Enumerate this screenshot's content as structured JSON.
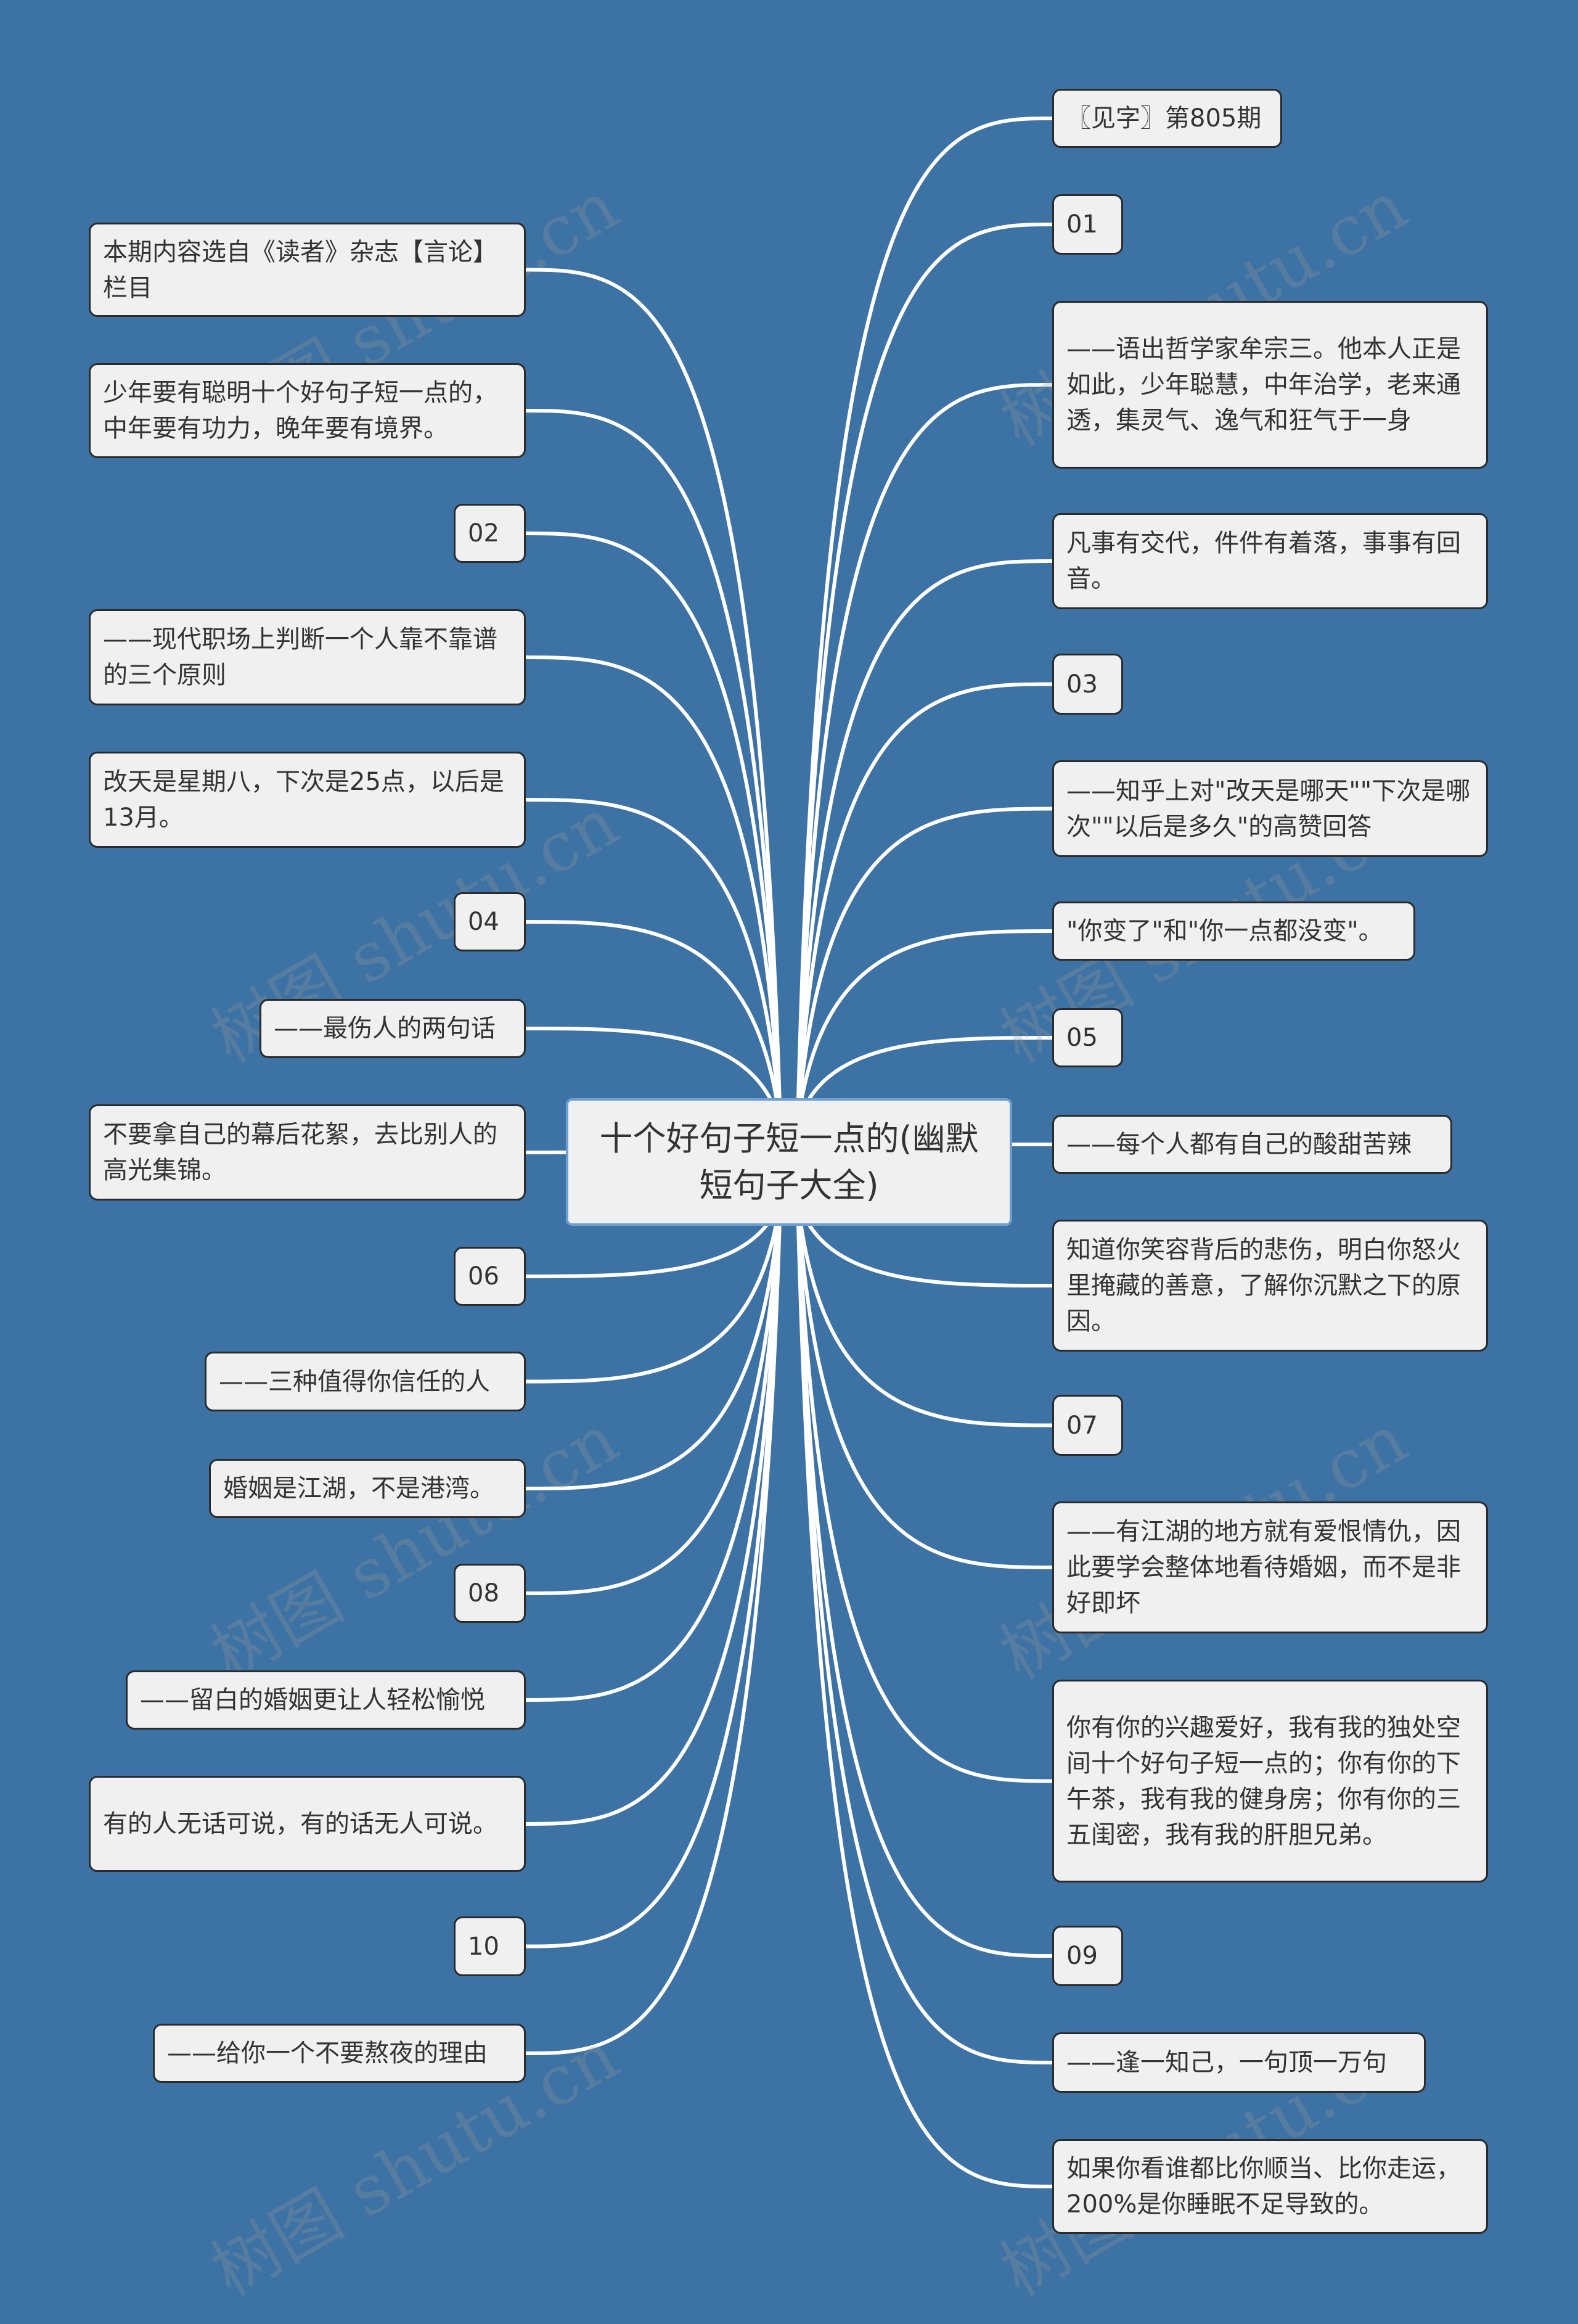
{
  "center": {
    "title": "十个好句子短一点的(幽默短句子大全)"
  },
  "left_nodes": [
    "本期内容选自《读者》杂志【言论】栏目",
    "少年要有聪明十个好句子短一点的，中年要有功力，晚年要有境界。",
    "02",
    "——现代职场上判断一个人靠不靠谱的三个原则",
    "改天是星期八，下次是25点，以后是13月。",
    "04",
    "——最伤人的两句话",
    "不要拿自己的幕后花絮，去比别人的高光集锦。",
    "06",
    "——三种值得你信任的人",
    "婚姻是江湖，不是港湾。",
    "08",
    "——留白的婚姻更让人轻松愉悦",
    "有的人无话可说，有的话无人可说。",
    "10",
    "——给你一个不要熬夜的理由"
  ],
  "right_nodes": [
    "〖见字〗第805期",
    "01",
    "——语出哲学家牟宗三。他本人正是如此，少年聪慧，中年治学，老来通透，集灵气、逸气和狂气于一身",
    "凡事有交代，件件有着落，事事有回音。",
    "03",
    "——知乎上对\"改天是哪天\"\"下次是哪次\"\"以后是多久\"的高赞回答",
    "\"你变了\"和\"你一点都没变\"。",
    "05",
    "——每个人都有自己的酸甜苦辣",
    "知道你笑容背后的悲伤，明白你怒火里掩藏的善意，了解你沉默之下的原因。",
    "07",
    "——有江湖的地方就有爱恨情仇，因此要学会整体地看待婚姻，而不是非好即坏",
    "你有你的兴趣爱好，我有我的独处空间十个好句子短一点的；你有你的下午茶，我有我的健身房；你有你的三五闺密，我有我的肝胆兄弟。",
    "09",
    "——逢一知己，一句顶一万句",
    "如果你看谁都比你顺当、比你走运，200%是你睡眠不足导致的。"
  ],
  "watermark": "树图 shutu.cn",
  "colors": {
    "background": "#3d72a4",
    "node_fill": "#f0f0f0",
    "link": "#ffffff",
    "center_border": "#6d9fd1"
  }
}
